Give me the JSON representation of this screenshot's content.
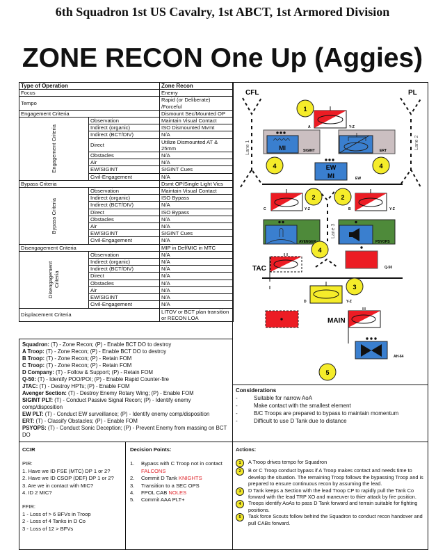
{
  "header": "6th Squadron 1st US Cavalry, 1st ABCT, 1st Armored Division",
  "title": "ZONE RECON One Up (Aggies)",
  "criteria": {
    "head": [
      "Type of Operation",
      "Zone Recon"
    ],
    "focus": [
      "Focus",
      "Enemy"
    ],
    "tempo": [
      "Tempo",
      "Rapid (or Deliberate) /Forceful"
    ],
    "engagement": [
      "Engagement Criteria",
      "Dismount Sec/Mounted OP"
    ],
    "engagement_group": {
      "label": "Engagement Criteria",
      "rows": [
        [
          "Observation",
          "Maintain Visual Contact"
        ],
        [
          "Indirect (organic)",
          "ISO Dismounted Mvmt"
        ],
        [
          "Indirect (BCT/DIV)",
          "N/A"
        ],
        [
          "Direct",
          "Utilize Dismounted AT & 25mm"
        ],
        [
          "Obstacles",
          "N/A"
        ],
        [
          "Air",
          "N/A"
        ],
        [
          "EW/SIGINT",
          "SIGINT Cues"
        ],
        [
          "Civil-Engagement",
          "N/A"
        ]
      ]
    },
    "bypass": [
      "Bypass Criteria",
      "Dsmt OP/Single Light Vics"
    ],
    "bypass_group": {
      "label": "Bypass Criteria",
      "rows": [
        [
          "Observation",
          "Maintain Visual Contact"
        ],
        [
          "Indirect (organic)",
          "ISO Bypass"
        ],
        [
          "Indirect (BCT/DIV)",
          "N/A"
        ],
        [
          "Direct",
          "ISO Bypass"
        ],
        [
          "Obstacles",
          "N/A"
        ],
        [
          "Air",
          "N/A"
        ],
        [
          "EW/SIGINT",
          "SIGINT Cues"
        ],
        [
          "Civil-Engagement",
          "N/A"
        ]
      ]
    },
    "disengagement": [
      "Disengagement Criteria",
      "MIP in Def/MIC in MTC"
    ],
    "disengagement_group": {
      "label": "Disengagement Criteria",
      "rows": [
        [
          "Observation",
          "N/A"
        ],
        [
          "Indirect (organic)",
          "N/A"
        ],
        [
          "Indirect (BCT/DIV)",
          "N/A"
        ],
        [
          "Direct",
          "N/A"
        ],
        [
          "Obstacles",
          "N/A"
        ],
        [
          "Air",
          "N/A"
        ],
        [
          "EW/SIGINT",
          "N/A"
        ],
        [
          "Civil-Engagement",
          "N/A"
        ]
      ]
    },
    "displacement": [
      "Displacement Criteria",
      "LITOV or BCT plan transition or RECON LOA"
    ]
  },
  "tasks": [
    [
      "Squadron:",
      " (T) - Zone Recon; (P) - Enable BCT DO to destroy"
    ],
    [
      "A Troop:",
      " (T) - Zone Recon; (P) - Enable BCT DO to destroy"
    ],
    [
      "B Troop:",
      " (T) - Zone Recon; (P) - Retain FOM"
    ],
    [
      "C Troop:",
      " (T) - Zone Recon; (P) - Retain FOM"
    ],
    [
      "D Company:",
      " (T) - Follow & Support;  (P) - Retain FOM"
    ],
    [
      "Q-50:",
      " (T) - Identify POO/POI; (P) - Enable Rapid Counter-fire"
    ],
    [
      "JTAC:",
      " (T) - Destroy HPTs; (P) - Enable FOM"
    ],
    [
      "Avenger Section:",
      " (T) - Destroy Enemy Rotary Wing; (P) - Enable FOM"
    ],
    [
      "SIGINT PLT:",
      " (T) - Conduct Passive Signal Recon; (P) - Identify enemy comp/disposition"
    ],
    [
      "EW PLT:",
      " (T) - Conduct EW surveillance; (P) - Identify enemy comp/disposition"
    ],
    [
      "ERT:",
      " (T) - Classify Obstacles; (P) - Enable FOM"
    ],
    [
      "PSYOPS:",
      " (T) - Conduct Sonic Deception; (P) - Prevent Enemy from massing on BCT DO"
    ]
  ],
  "considerations": {
    "title": "Considerations",
    "bullet": "-",
    "items": [
      "Suitable for narrow AoA",
      "Make contact with the smallest element",
      "B/C Troops are prepared to bypass to maintain momentum",
      "Difficult to use D Tank due to distance"
    ]
  },
  "ccir": {
    "title": "CCIR",
    "pir_label": "PIR:",
    "pir": [
      "1. Have we ID FSE (MTC) DP 1 or 2?",
      "2. Have we ID CSOP (DEF) DP 1 or 2?",
      "3. Are we in contact with MIC?",
      "4. ID 2 MIC?"
    ],
    "ffir_label": "FFIR:",
    "ffir": [
      "1 - Loss of > 6 BFVs in Troop",
      "2 - Loss of 4 Tanks in D Co",
      "3 - Loss of 12 > BFVs"
    ]
  },
  "decision_points": {
    "title": "Decision Points:",
    "items": [
      {
        "n": "1.",
        "text": "Bypass with C Troop not in contact ",
        "code": "FALCONS"
      },
      {
        "n": "2.",
        "text": "Commit D Tank ",
        "code": "KNIGHTS"
      },
      {
        "n": "3.",
        "text": "Transition to a SEC OPS",
        "code": ""
      },
      {
        "n": "4.",
        "text": "FPOL CAB ",
        "code": "NOLES"
      },
      {
        "n": "5.",
        "text": "Commit AAA PLT+",
        "code": ""
      }
    ]
  },
  "actions": {
    "title": "Actions:",
    "items": [
      {
        "n": "1",
        "text": "A Troop drives tempo for Squadron"
      },
      {
        "n": "2",
        "text": "B or C Troop conduct bypass if A Troop makes contact and needs time to develop the situation. The remaining Troop follows the bypassing Troop and is prepared to ensure continuous recon by assuming the lead."
      },
      {
        "n": "3",
        "text": "D Tank keeps a Section with the lead Troop CP to rapidly pull the Tank Co forward with the lead TRP XO and maneuver to thier attack by fire position."
      },
      {
        "n": "4",
        "text": "Troops identify AoAs to pass D Tank forward and terrain suitable for fighting positions."
      },
      {
        "n": "5",
        "text": "Task force Scouts follow behind the Squadron to conduct recon handover and pull CABs forward."
      }
    ]
  },
  "diagram": {
    "cfl": "CFL",
    "pl": "PL",
    "lane1": "Lane 1",
    "lane2": "Lane 2",
    "lane3": "Lane 3",
    "a": "A",
    "yz": "Y-Z",
    "b": "B",
    "c": "C",
    "d": "D",
    "sigint": "SIGINT",
    "mi": "MI",
    "ert": "ERT",
    "ew_top": "EW",
    "ew_label": "EW",
    "avenger": "AVENGER",
    "psyops": "PSYOPS",
    "tac": "TAC",
    "q50": "Q-50",
    "main": "MAIN",
    "ah64": "AH-64",
    "steps": {
      "one": "1",
      "two": "2",
      "three": "3",
      "four": "4",
      "five": "5"
    },
    "colors": {
      "red": "#ec1c24",
      "blue": "#3a7fcf",
      "gray": "#cbbfc1",
      "green": "#4e8a3a",
      "yellow": "#f5ec2a"
    }
  }
}
